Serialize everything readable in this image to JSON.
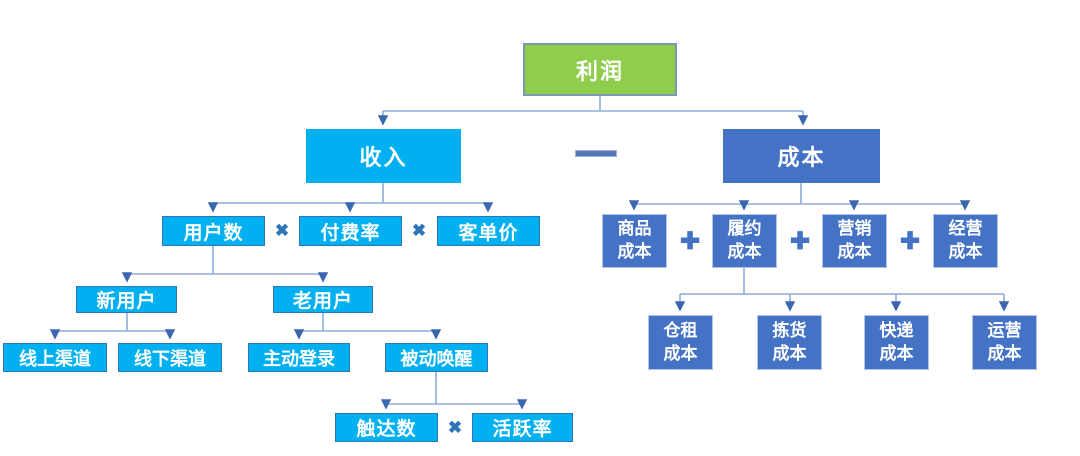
{
  "diagram": {
    "type": "tree",
    "description_visible_text_only": true,
    "nodes": {
      "profit": "利润",
      "revenue": "收入",
      "cost": "成本",
      "user_count": "用户数",
      "pay_rate": "付费率",
      "avg_order_value": "客单价",
      "new_users": "新用户",
      "old_users": "老用户",
      "online_channel": "线上渠道",
      "offline_channel": "线下渠道",
      "active_login": "主动登录",
      "passive_wake": "被动唤醒",
      "reach_count": "触达数",
      "active_rate": "活跃率",
      "goods_cost": "商品\n成本",
      "fulfillment_cost": "履约\n成本",
      "marketing_cost": "营销\n成本",
      "operating_cost": "经营\n成本",
      "warehouse_rent_cost": "仓租\n成本",
      "picking_cost": "拣货\n成本",
      "express_cost": "快递\n成本",
      "operations_cost": "运营\n成本"
    },
    "operators": {
      "multiply": "✖",
      "plus": "✚",
      "minus": "—"
    },
    "relations": [
      "利润 = 收入 — 成本",
      "收入 = 用户数 ✖ 付费率 ✖ 客单价",
      "用户数 → 新用户 / 老用户",
      "新用户 → 线上渠道 / 线下渠道",
      "老用户 → 主动登录 / 被动唤醒",
      "被动唤醒 = 触达数 ✖ 活跃率",
      "成本 = 商品成本 ✚ 履约成本 ✚ 营销成本 ✚ 经营成本",
      "履约成本 → 仓租成本 / 拣货成本 / 快递成本 / 运营成本"
    ],
    "colors": {
      "profit_green": "#8FCD4D",
      "revenue_cyan": "#00B0F0",
      "cost_blue": "#4472C4",
      "connector_line": "#8FAADC",
      "arrowhead": "#3B66B0",
      "multiply_operator": "#2E75B6",
      "plus_operator": "#4472C4",
      "minus_operator": "#5576B9",
      "node_text": "#FFFFFF",
      "background": "#FFFFFF"
    }
  }
}
